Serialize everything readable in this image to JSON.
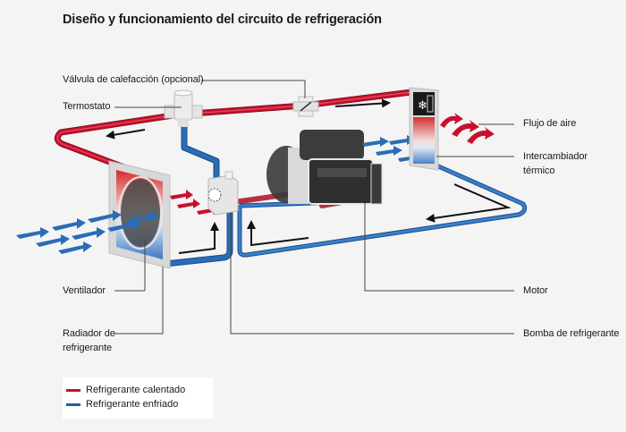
{
  "title": "Diseño y funcionamiento del circuito de refrigeración",
  "labels": {
    "valve": "Válvula de calefacción (opcional)",
    "thermostat": "Termostato",
    "airflow": "Flujo de aire",
    "heat_exchanger_line1": "Intercambiador",
    "heat_exchanger_line2": "térmico",
    "fan": "Ventilador",
    "radiator_line1": "Radiador de",
    "radiator_line2": "refrigerante",
    "motor": "Motor",
    "pump": "Bomba de refrigerante"
  },
  "legend": {
    "items": [
      {
        "label": "Refrigerante calentado",
        "color": "#c8102e"
      },
      {
        "label": "Refrigerante enfriado",
        "color": "#1f5fa8"
      }
    ]
  },
  "colors": {
    "hot": "#c8102e",
    "cold": "#2a6db5",
    "arrow": "#111111",
    "leader": "#444444"
  }
}
